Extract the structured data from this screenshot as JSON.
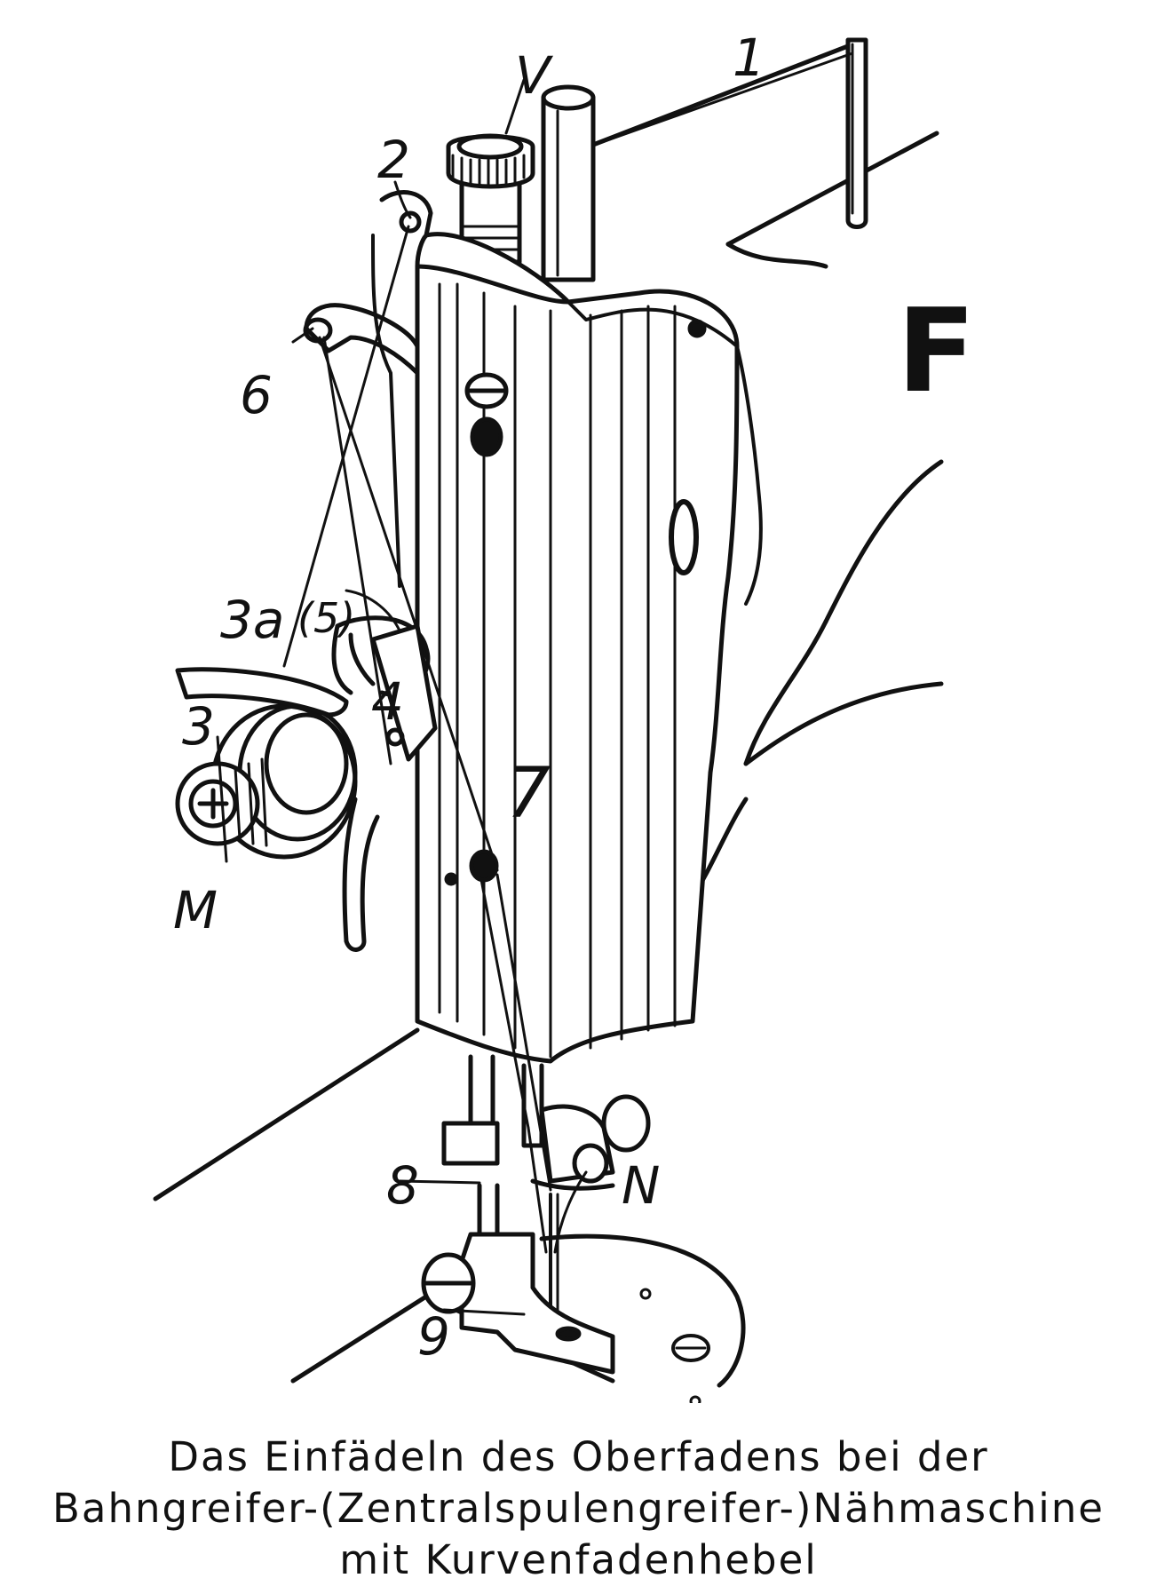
{
  "labels": {
    "l1": "1",
    "v": "V",
    "l2": "2",
    "f": "F",
    "l6": "6",
    "l3a": "3a",
    "l5": "(5)",
    "l3": "3",
    "l4": "4",
    "l7": "7",
    "m": "M",
    "l8": "8",
    "n": "N",
    "l9": "9"
  },
  "caption": {
    "line1": "Das Einfädeln des Oberfadens bei der",
    "line2": "Bahngreifer-(Zentralspulengreifer-)Nähmaschine",
    "line3": "mit Kurvenfadenhebel"
  }
}
